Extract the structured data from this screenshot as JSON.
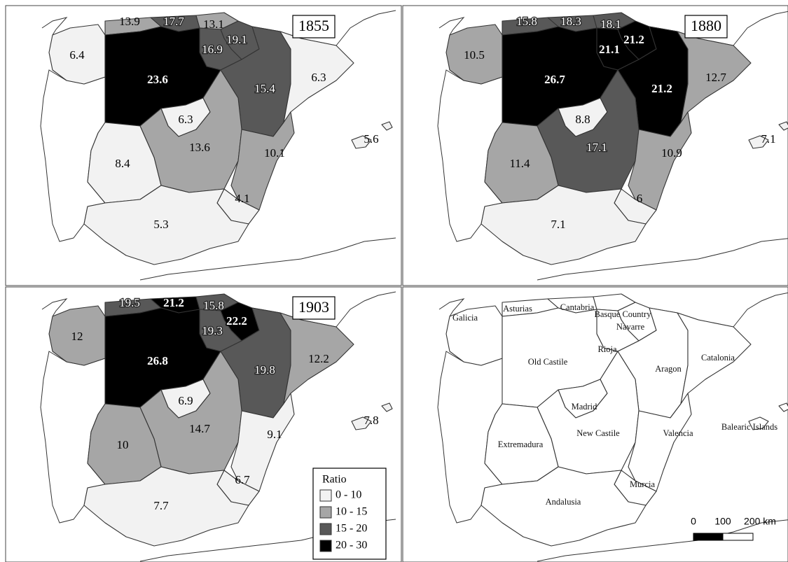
{
  "legend": {
    "title": "Ratio",
    "items": [
      {
        "label": "0 - 10",
        "color": "#f2f2f2"
      },
      {
        "label": "10 - 15",
        "color": "#a6a6a6"
      },
      {
        "label": "15 - 20",
        "color": "#585858"
      },
      {
        "label": "20 - 30",
        "color": "#000000"
      }
    ]
  },
  "scale_bar": {
    "labels": [
      "0",
      "100",
      "200 km"
    ]
  },
  "panels": [
    {
      "year": "1855",
      "values": {
        "galicia": "6.4",
        "asturias": "13.9",
        "cantabria": "17.7",
        "basque": "13.1",
        "navarre": "19.1",
        "rioja": "16.9",
        "old_castile": "23.6",
        "aragon": "15.4",
        "catalonia": "6.3",
        "madrid": "6.3",
        "new_castile": "13.6",
        "valencia": "10.1",
        "extremadura": "8.4",
        "murcia": "4.1",
        "andalusia": "5.3",
        "balearic": "5.6"
      }
    },
    {
      "year": "1880",
      "values": {
        "galicia": "10.5",
        "asturias": "15.8",
        "cantabria": "18.3",
        "basque": "18.1",
        "navarre": "21.2",
        "rioja": "21.1",
        "old_castile": "26.7",
        "aragon": "21.2",
        "catalonia": "12.7",
        "madrid": "8.8",
        "new_castile": "17.1",
        "valencia": "10.9",
        "extremadura": "11.4",
        "murcia": "6",
        "andalusia": "7.1",
        "balearic": "7.1"
      }
    },
    {
      "year": "1903",
      "values": {
        "galicia": "12",
        "asturias": "19.5",
        "cantabria": "21.2",
        "basque": "15.8",
        "navarre": "22.2",
        "rioja": "19.3",
        "old_castile": "26.8",
        "aragon": "19.8",
        "catalonia": "12.2",
        "madrid": "6.9",
        "new_castile": "14.7",
        "valencia": "9.1",
        "extremadura": "10",
        "murcia": "6.7",
        "andalusia": "7.7",
        "balearic": "7.8"
      }
    }
  ],
  "region_names": {
    "galicia": "Galicia",
    "asturias": "Asturias",
    "cantabria": "Cantabria",
    "basque": "Basque Country",
    "navarre": "Navarre",
    "rioja": "Rioja",
    "old_castile": "Old Castile",
    "aragon": "Aragon",
    "catalonia": "Catalonia",
    "madrid": "Madrid",
    "new_castile": "New Castile",
    "valencia": "Valencia",
    "extremadura": "Extremadura",
    "murcia": "Murcia",
    "andalusia": "Andalusia",
    "balearic": "Balearic Islands"
  }
}
